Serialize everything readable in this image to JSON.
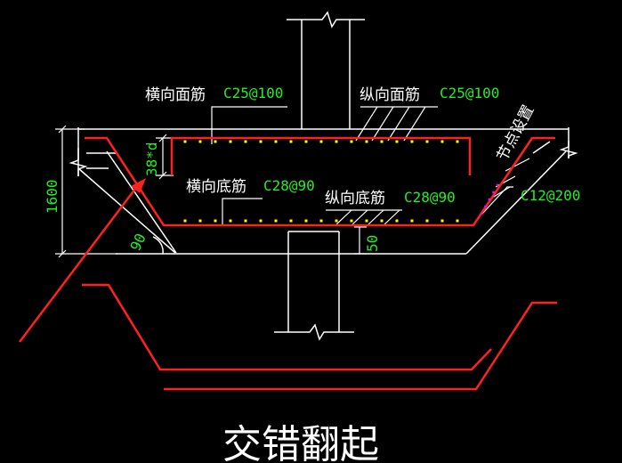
{
  "labels": {
    "transverse_top_text": "横向面筋",
    "transverse_top_spec": "C25@100",
    "longitudinal_top_text": "纵向面筋",
    "longitudinal_top_spec": "C25@100",
    "node_setting": "节点设置",
    "transverse_bottom_text": "横向底筋",
    "transverse_bottom_spec": "C28@90",
    "longitudinal_bottom_text": "纵向底筋",
    "longitudinal_bottom_spec": "C28@90",
    "stirrup_spec": "C12@200",
    "anchorage": "38*d",
    "depth_dim": "1600",
    "angle_dim": "90",
    "cover_dim": "50"
  },
  "caption": "交错翻起",
  "colors": {
    "background": "#000000",
    "outline": "#ffffff",
    "rebar": "#ff2020",
    "dots": "#ffff00",
    "spec_text": "#22ee22",
    "stirrup_dots": "#ff00ff"
  }
}
